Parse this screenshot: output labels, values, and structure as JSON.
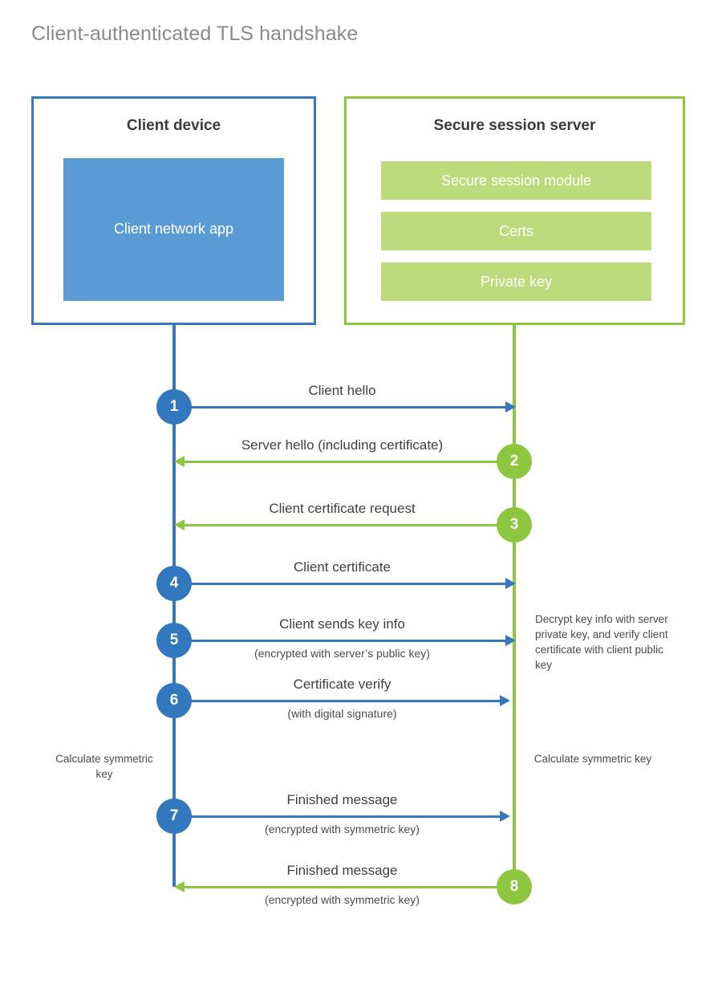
{
  "page": {
    "title": "Client-authenticated TLS handshake",
    "background": "#ffffff"
  },
  "colors": {
    "blue_border": "#3778bd",
    "blue_fill": "#5b9bd5",
    "blue_circle": "#3178be",
    "green_border": "#8dc63f",
    "green_fill": "#bcdb7d",
    "green_circle": "#8dc63f",
    "title_text": "#8a8a8a",
    "body_text": "#3f3f3f"
  },
  "client": {
    "title": "Client device",
    "app_label": "Client network app"
  },
  "server": {
    "title": "Secure session server",
    "components": [
      {
        "label": "Secure session module"
      },
      {
        "label": "Certs"
      },
      {
        "label": "Private key"
      }
    ]
  },
  "steps": [
    {
      "number": "1",
      "label": "Client hello",
      "sublabel": "",
      "direction": "client-to-server",
      "color": "blue"
    },
    {
      "number": "2",
      "label": "Server hello (including certificate)",
      "sublabel": "",
      "direction": "server-to-client",
      "color": "green"
    },
    {
      "number": "3",
      "label": "Client certificate request",
      "sublabel": "",
      "direction": "server-to-client",
      "color": "green"
    },
    {
      "number": "4",
      "label": "Client certificate",
      "sublabel": "",
      "direction": "client-to-server",
      "color": "blue"
    },
    {
      "number": "5",
      "label": "Client sends key info",
      "sublabel": "(encrypted with server’s public key)",
      "direction": "client-to-server",
      "color": "blue"
    },
    {
      "number": "6",
      "label": "Certificate verify",
      "sublabel": "(with digital signature)",
      "direction": "client-to-server",
      "color": "blue"
    },
    {
      "number": "7",
      "label": "Finished message",
      "sublabel": "(encrypted with symmetric key)",
      "direction": "client-to-server",
      "color": "blue"
    },
    {
      "number": "8",
      "label": "Finished message",
      "sublabel": "(encrypted with symmetric key)",
      "direction": "server-to-client",
      "color": "green"
    }
  ],
  "notes": {
    "decrypt": "Decrypt key info with server private key, and verify client certificate with client public key",
    "calculate_client": "Calculate symmetric key",
    "calculate_server": "Calculate symmetric key"
  }
}
